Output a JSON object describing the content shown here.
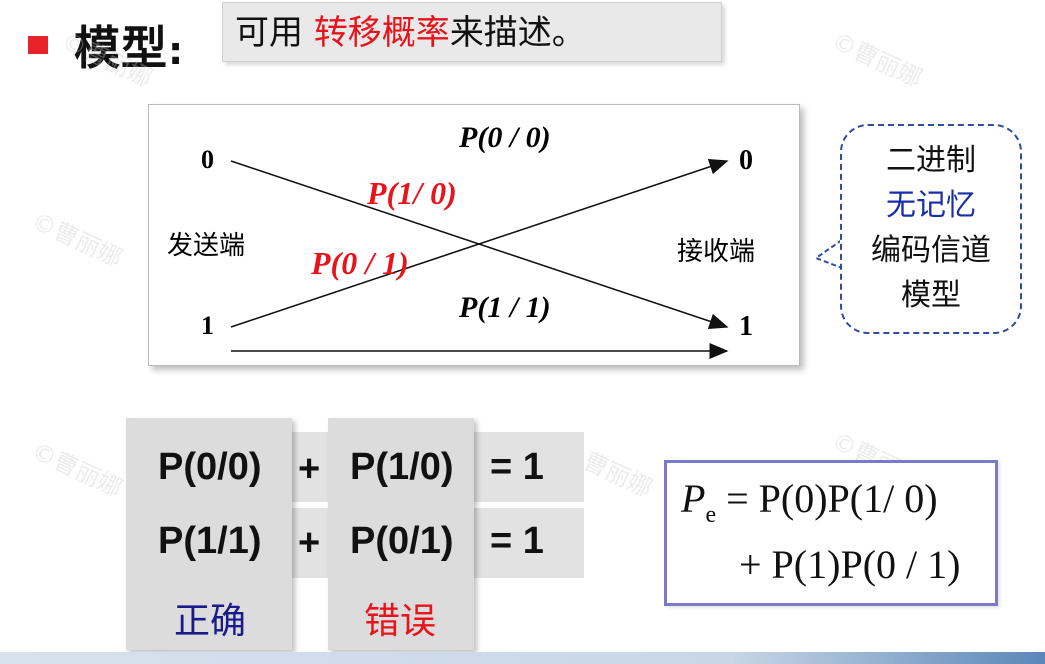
{
  "heading": {
    "title": "模型",
    "colon": ":"
  },
  "subtitle": {
    "prefix": "可用 ",
    "highlight": "转移概率",
    "suffix": "来描述。"
  },
  "diagram": {
    "sender_label": "发送端",
    "receiver_label": "接收端",
    "in_0": "0",
    "in_1": "1",
    "out_0": "0",
    "out_1": "1",
    "p00": "P(0 / 0)",
    "p10": "P(1/ 0)",
    "p01": "P(0 / 1)",
    "p11": "P(1 / 1)"
  },
  "callout": {
    "line1": "二进制",
    "line2": "无记忆",
    "line3": "编码信道",
    "line4": "模型"
  },
  "equations": {
    "row1": {
      "a": "P(0/0)",
      "plus": "+",
      "b": "P(1/0)",
      "result": "= 1"
    },
    "row2": {
      "a": "P(1/1)",
      "plus": "+",
      "b": "P(0/1)",
      "result": "= 1"
    },
    "label_correct": "正确",
    "label_error": "错误"
  },
  "formula": {
    "lhs": "P",
    "lhs_sub": "e",
    "line1_rhs": "= P(0)P(1/ 0)",
    "line2": "+ P(1)P(0 / 1)"
  },
  "colors": {
    "accent_red": "#e8141b",
    "blue": "#1a2ea8",
    "bullet": "#e8232a",
    "formula_border": "#7a7ac8"
  },
  "watermark": "©曹丽娜"
}
